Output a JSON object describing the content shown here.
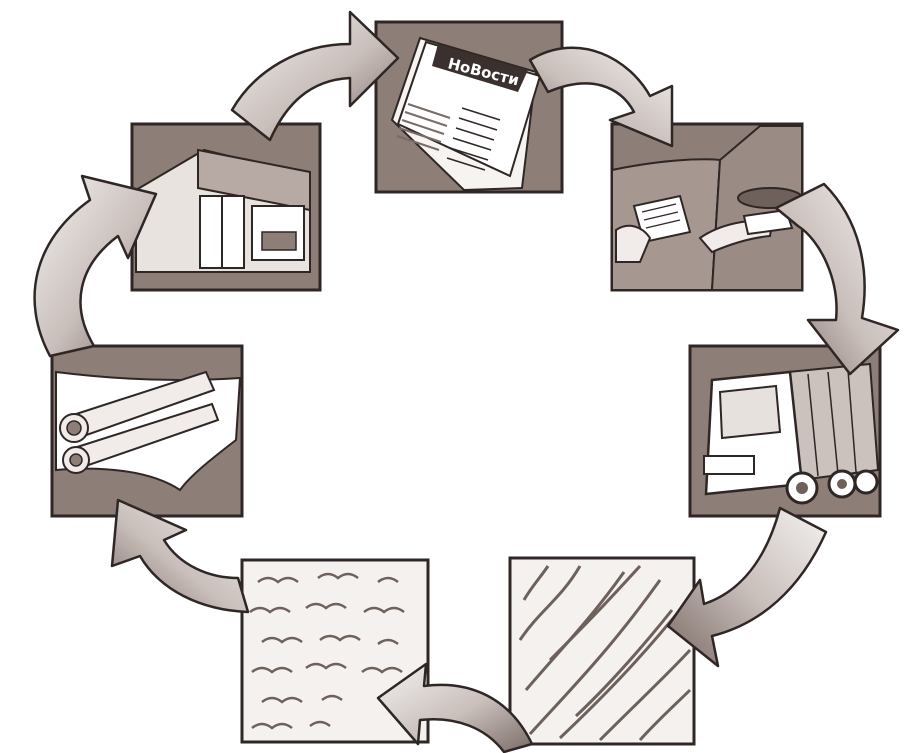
{
  "diagram": {
    "type": "cycle",
    "stages": [
      {
        "id": "newspaper",
        "icon": "newspaper-icon",
        "printed_text": "НоВости"
      },
      {
        "id": "paper-collection",
        "icon": "hands-paper-icon"
      },
      {
        "id": "truck",
        "icon": "garbage-truck-icon"
      },
      {
        "id": "shredded-paper",
        "icon": "shredded-paper-icon"
      },
      {
        "id": "pulp",
        "icon": "pulp-icon"
      },
      {
        "id": "paper-rolls",
        "icon": "paper-roll-icon"
      },
      {
        "id": "store",
        "icon": "shop-icon"
      }
    ],
    "arrow_direction": "clockwise"
  },
  "colors": {
    "panel_fill": "#8e7e78",
    "panel_stroke": "#2f2725",
    "arrow_dark": "#7a6b66",
    "arrow_light": "#f2efee"
  }
}
